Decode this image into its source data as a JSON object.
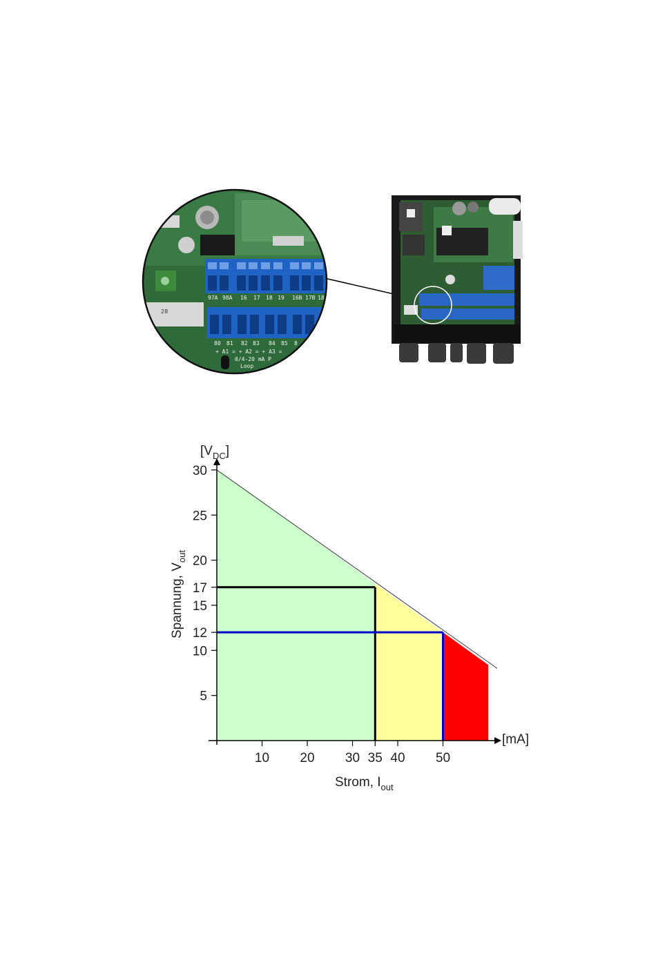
{
  "photo": {
    "terminal_labels_top": [
      "97A",
      "98A",
      "16",
      "17",
      "18",
      "19",
      "16B",
      "17B",
      "18"
    ],
    "terminal_labels_bottom": [
      "80",
      "81",
      "82",
      "83",
      "84",
      "85",
      "8"
    ],
    "terminal_legend_line1": "+ A1 =   + A2 =   + A3 =",
    "terminal_legend_line2": "0/4-20 mA  P",
    "terminal_legend_line3": "Loop",
    "pcb_tag": "28"
  },
  "chart_data": {
    "type": "area",
    "ylabel": {
      "main": "Spannung, V",
      "sub": "out"
    },
    "xlabel": {
      "main": "Strom, I",
      "sub": "out"
    },
    "yunit": {
      "main": "[V",
      "sub": "DC",
      "close": "]"
    },
    "xunit": "[mA]",
    "xlim": [
      0,
      60
    ],
    "ylim": [
      0,
      30
    ],
    "x_ticks": [
      10,
      20,
      30,
      35,
      40,
      50
    ],
    "y_ticks": [
      5,
      10,
      12,
      15,
      17,
      20,
      25,
      30
    ],
    "load_line": [
      [
        0,
        30
      ],
      [
        62,
        8
      ]
    ],
    "regions": [
      {
        "name": "green",
        "color": "#ccffcc",
        "polygon": [
          [
            0,
            0
          ],
          [
            0,
            30
          ],
          [
            35,
            17.4
          ],
          [
            35,
            0
          ]
        ]
      },
      {
        "name": "yellow",
        "color": "#ffff99",
        "polygon": [
          [
            35,
            0
          ],
          [
            35,
            17.4
          ],
          [
            50,
            12
          ],
          [
            50,
            0
          ]
        ]
      },
      {
        "name": "red",
        "color": "#ff0000",
        "polygon": [
          [
            50,
            0
          ],
          [
            50,
            12
          ],
          [
            60,
            8.4
          ],
          [
            60,
            0
          ]
        ]
      }
    ],
    "marker_lines": [
      {
        "color": "#000000",
        "x": 35,
        "y": 17
      },
      {
        "color": "#0000cc",
        "x": 50,
        "y": 12
      }
    ]
  }
}
